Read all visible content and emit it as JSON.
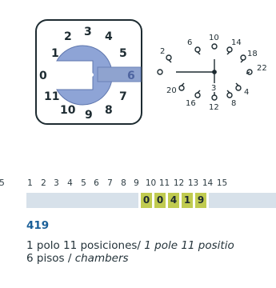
{
  "switch_face": {
    "positions": [
      "0",
      "1",
      "2",
      "3",
      "4",
      "5",
      "6",
      "7",
      "8",
      "9",
      "10",
      "11"
    ],
    "selected_position": "6"
  },
  "wiring": {
    "terminals": [
      "2",
      "6",
      "10",
      "14",
      "18",
      "22",
      "4",
      "8",
      "12",
      "16",
      "20"
    ],
    "center_terminal": "3"
  },
  "columns": [
    "1",
    "2",
    "3",
    "4",
    "5",
    "6",
    "7",
    "8",
    "9",
    "10",
    "11",
    "12",
    "13",
    "14",
    "15"
  ],
  "left_fragment": "5",
  "code_digits": [
    "0",
    "0",
    "4",
    "1",
    "9"
  ],
  "code": "419",
  "description": {
    "line1_es": "1 polo 11 posiciones",
    "line1_sep": "/",
    "line1_en": "1 pole 11 positio",
    "line2_es": "6 pisos",
    "line2_sep": "/",
    "line2_en": "chambers"
  },
  "colors": {
    "knob": "#8ea4d6",
    "pointer": "#8fa3cf",
    "code_blue": "#1a5f98",
    "digit_green": "#c0cb50",
    "strip_blue": "#d7e1ea"
  }
}
